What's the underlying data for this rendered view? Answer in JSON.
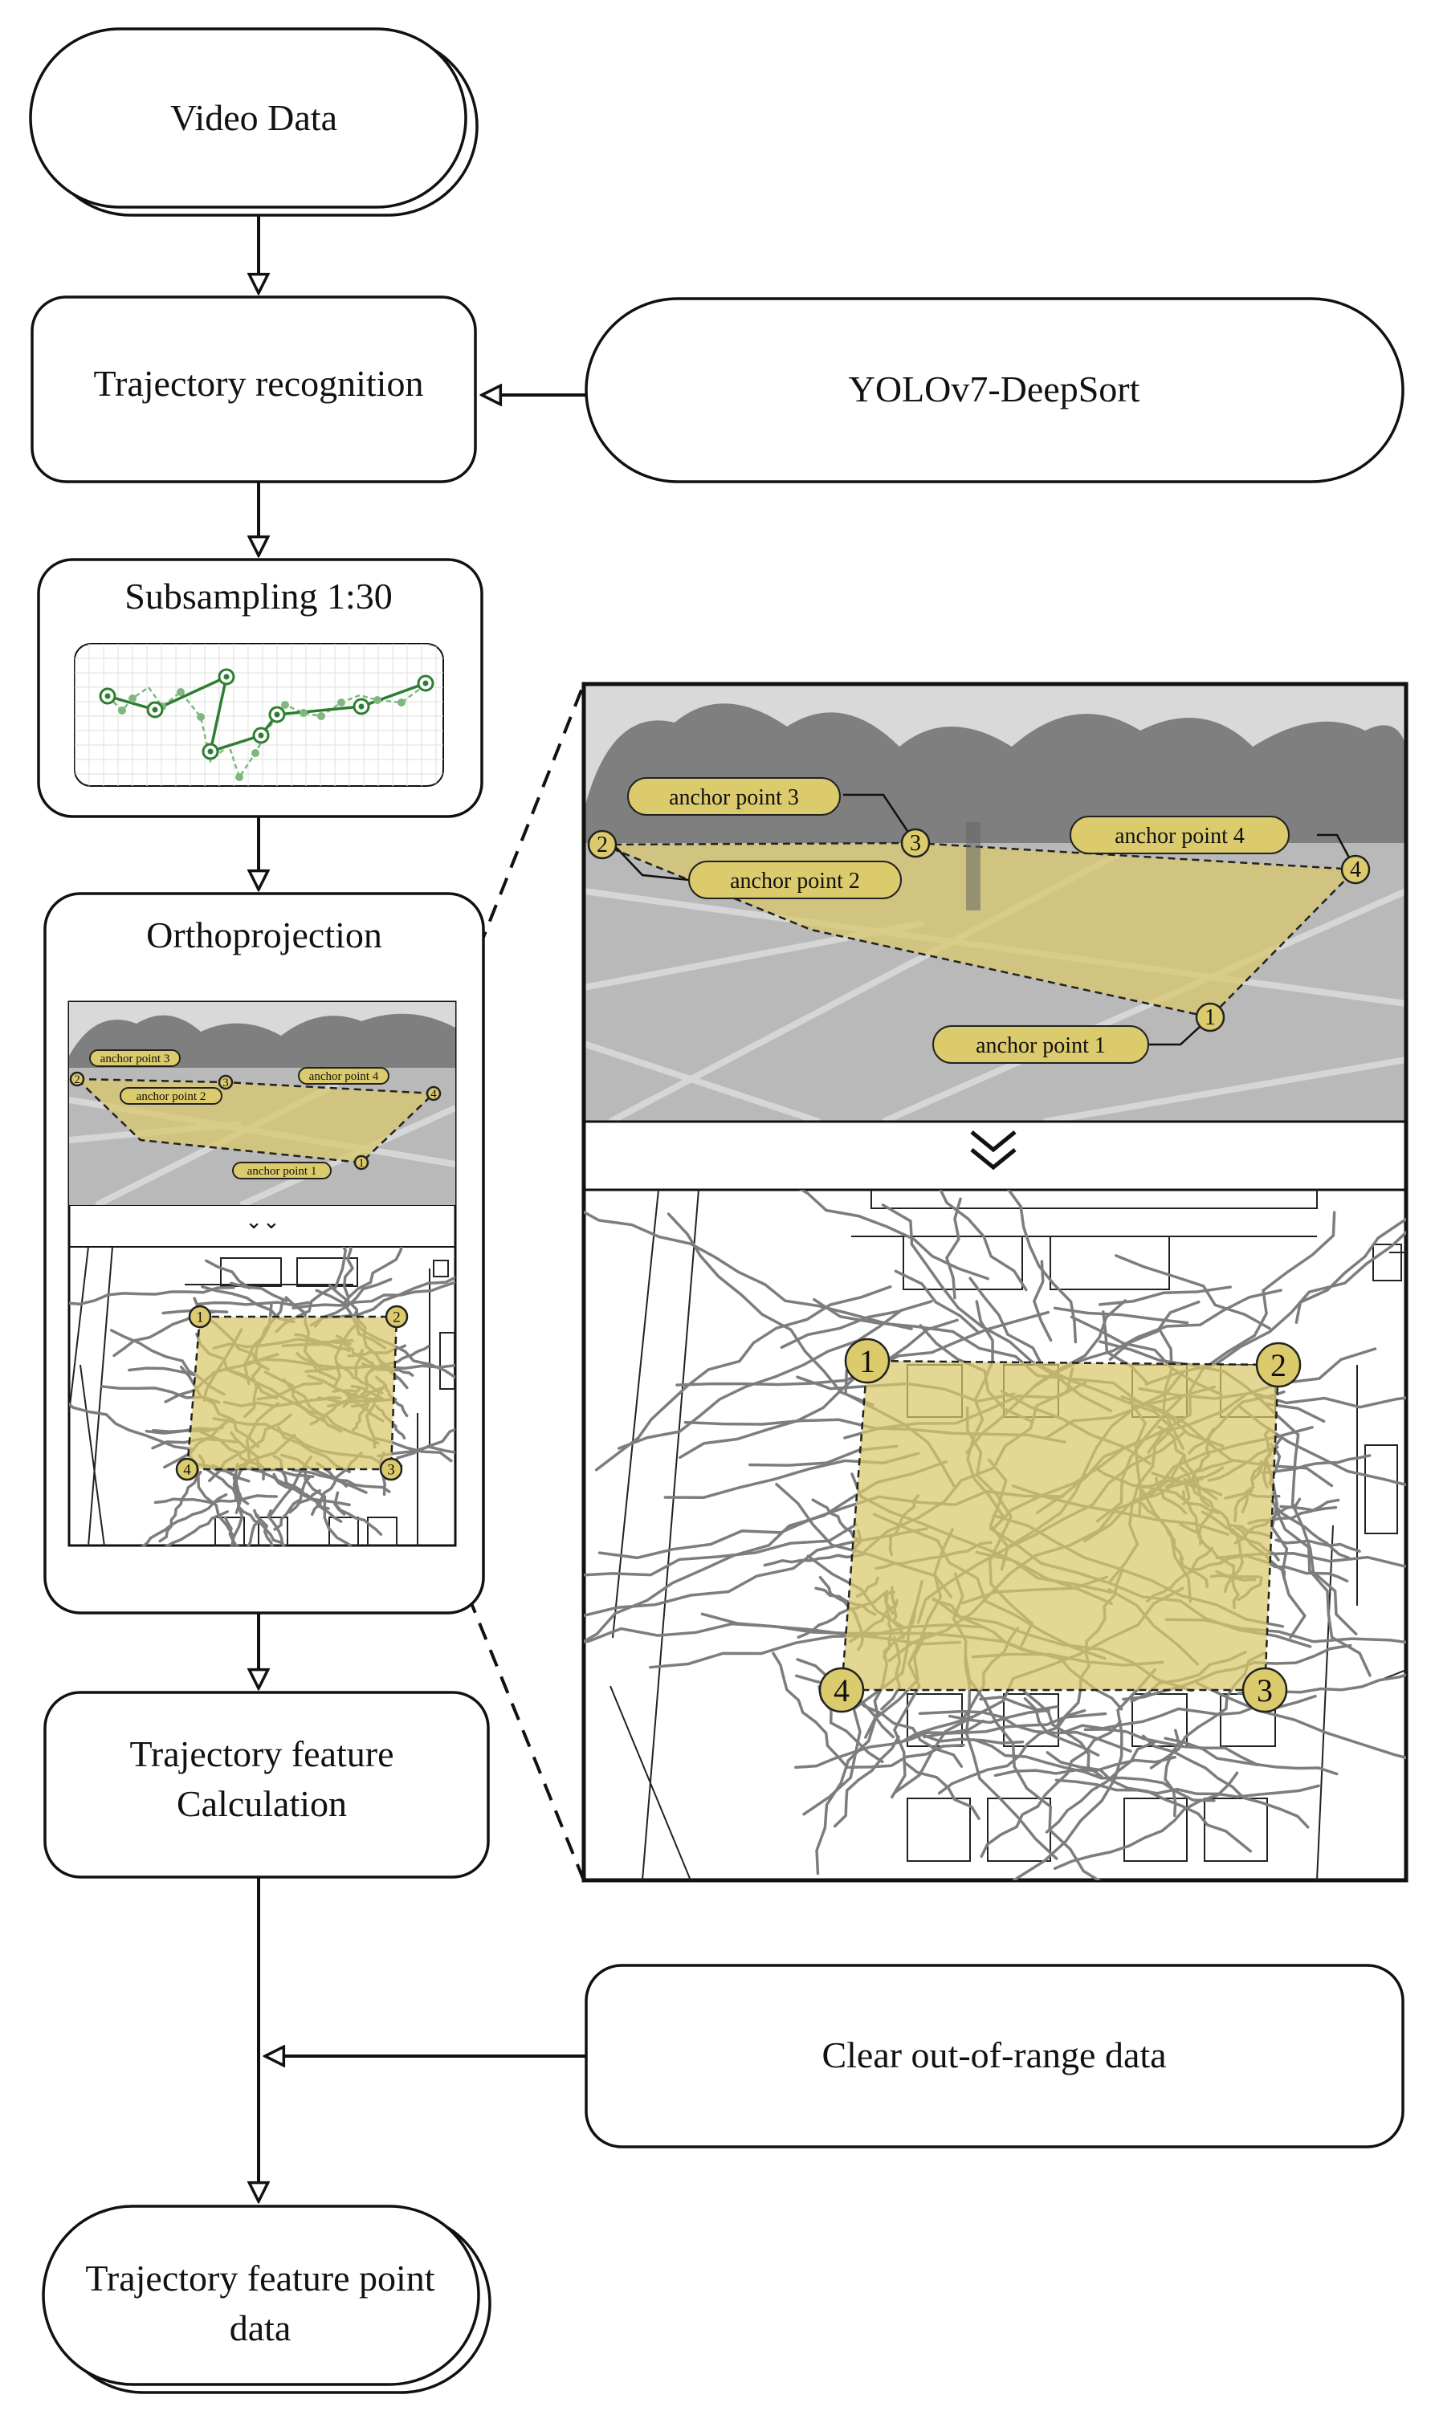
{
  "flow": {
    "video_data": "Video Data",
    "trajectory_recognition": "Trajectory recognition",
    "yolo": "YOLOv7-DeepSort",
    "subsampling": "Subsampling 1:30",
    "orthoprojection": "Orthoprojection",
    "feature_calc_line1": "Trajectory feature",
    "feature_calc_line2": "Calculation",
    "clear_data": "Clear out-of-range data",
    "output_line1": "Trajectory feature point",
    "output_line2": "data"
  },
  "anchors": {
    "labels": [
      "anchor point 1",
      "anchor point 2",
      "anchor point 3",
      "anchor point 4"
    ],
    "numbers": [
      "1",
      "2",
      "3",
      "4"
    ]
  },
  "colors": {
    "anchor_fill": "#dccb6c",
    "subsample_green": "#2e7d32",
    "subsample_light": "#7fb77e"
  }
}
